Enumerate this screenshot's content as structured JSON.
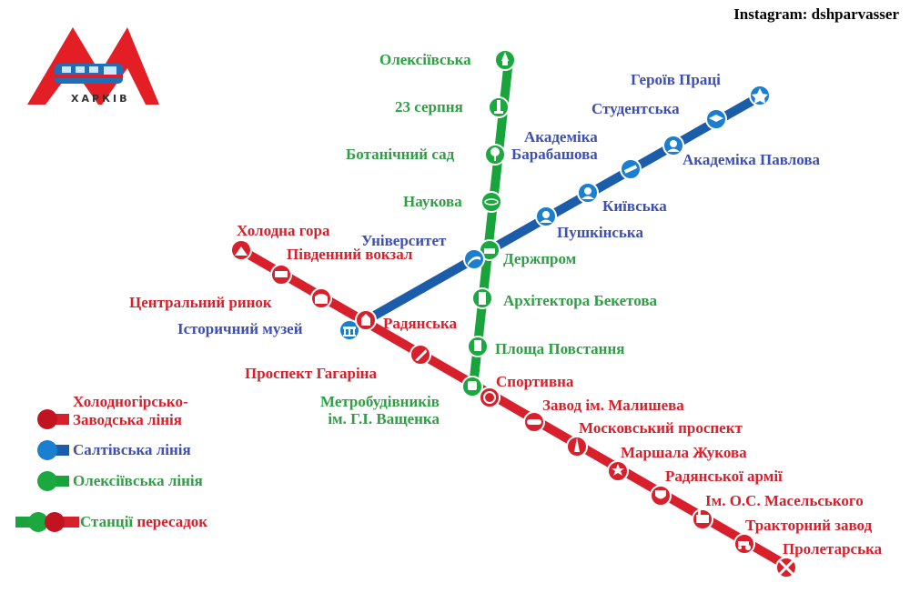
{
  "credit": "Instagram: dshparvasser",
  "logo": {
    "city": "ХАРКІВ",
    "icon": "metro-m-logo"
  },
  "colors": {
    "red": "#d8202c",
    "blue": "#3d4fb0",
    "green": "#2f9e45"
  },
  "stations": {
    "oleksiivska": "Олексіївська",
    "serpnia23": "23 серпня",
    "botanichnyi": "Ботанічний сад",
    "naukova": "Наукова",
    "derzhprom": "Держпром",
    "beketova": "Архітектора Бекетова",
    "povstannia": "Площа Повстання",
    "metrobudivnykiv": "Метробудівників\nім. Г.І. Ващенка",
    "heroiv": "Героїв Праці",
    "studentska": "Студентська",
    "pavlova": "Академіка Павлова",
    "barabashova": "Академіка\nБарабашова",
    "kyivska": "Київська",
    "pushkinska": "Пушкінська",
    "universytet": "Університет",
    "istorychnyi": "Історичний музей",
    "kholodna": "Холодна гора",
    "vokzal": "Південний вокзал",
    "rynok": "Центральний ринок",
    "radianska": "Радянська",
    "haharina": "Проспект Гагаріна",
    "sportyvna": "Спортивна",
    "malysheva": "Завод ім. Малишева",
    "moskovskyi": "Московський проспект",
    "zhukova": "Маршала Жукова",
    "armii": "Радянської армії",
    "maselskoho": "Ім. О.С. Масельського",
    "traktornyi": "Тракторний завод",
    "proletarska": "Пролетарська"
  },
  "legend": {
    "red_line": "Холодногірсько-\nЗаводська лінія",
    "blue_line": "Салтівська лінія",
    "green_line": "Олексіївська лінія",
    "transfer_word1": "Станції",
    "transfer_word2": "пересадок"
  },
  "station_icons": [
    "fountain-icon",
    "monument-icon",
    "tree-icon",
    "atom-icon",
    "derzhprom-building-icon",
    "column-icon",
    "statue-icon",
    "train-icon",
    "medal-icon",
    "graduation-cap-icon",
    "portrait-icon",
    "telescope-icon",
    "portrait-icon",
    "portrait-icon",
    "book-icon",
    "museum-icon",
    "mountain-icon",
    "locomotive-icon",
    "market-arch-icon",
    "church-icon",
    "rocket-icon",
    "ball-icon",
    "tank-icon",
    "tower-icon",
    "star-monument-icon",
    "shield-icon",
    "factory-icon",
    "tractor-icon",
    "hammers-icon"
  ]
}
